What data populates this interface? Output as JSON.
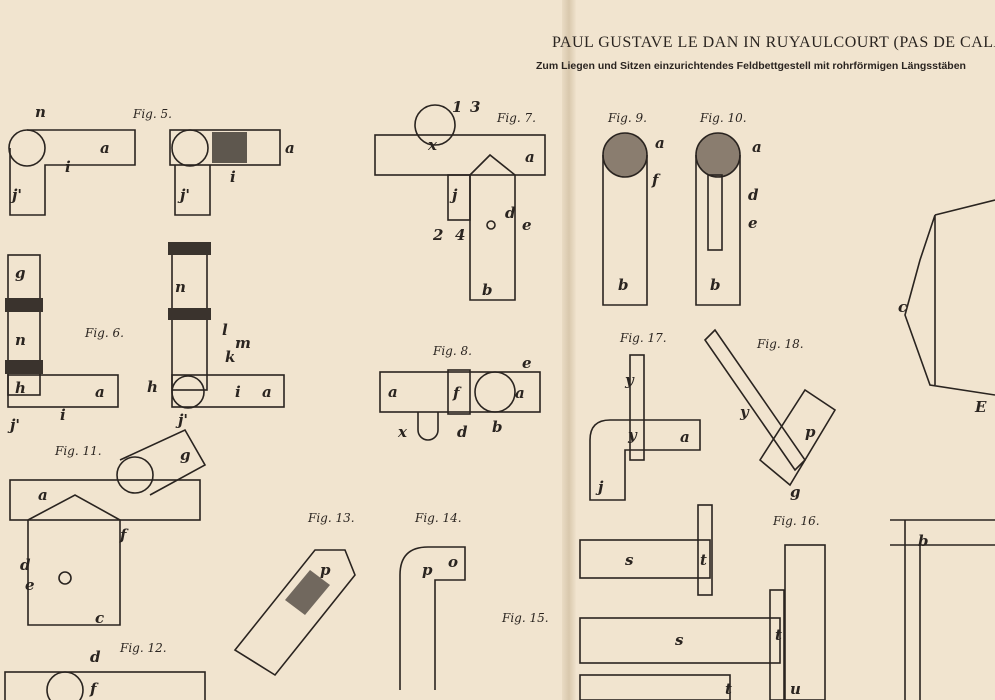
{
  "header": {
    "inventor": "PAUL GUSTAVE LE DAN IN RUYAULCOURT (PAS DE CALAIS).",
    "title": "Zum Liegen und Sitzen einzurichtendes Feldbettgestell mit rohrförmigen Längsstäben"
  },
  "figures": [
    "Fig. 5.",
    "Fig. 6.",
    "Fig. 7.",
    "Fig. 8.",
    "Fig. 9.",
    "Fig. 10.",
    "Fig. 11.",
    "Fig. 12.",
    "Fig. 13.",
    "Fig. 14.",
    "Fig. 15.",
    "Fig. 16.",
    "Fig. 17.",
    "Fig. 18."
  ],
  "letters": [
    "n",
    "a",
    "i",
    "j'",
    "a",
    "i",
    "j'",
    "g",
    "n",
    "h",
    "a",
    "j'",
    "i",
    "n",
    "l",
    "m",
    "k",
    "h",
    "j'",
    "i",
    "a",
    "1",
    "3",
    "x",
    "a",
    "j",
    "2",
    "4",
    "d",
    "e",
    "b",
    "e",
    "a",
    "f",
    "x",
    "d",
    "b",
    "a",
    "f",
    "b",
    "a",
    "d",
    "e",
    "b",
    "a",
    "g",
    "f",
    "d",
    "e",
    "c",
    "a",
    "d",
    "f",
    "p",
    "p",
    "o",
    "s",
    "t",
    "s",
    "t",
    "t",
    "u",
    "y",
    "a",
    "j",
    "y",
    "p",
    "g",
    "y",
    "c",
    "E",
    "b"
  ]
}
